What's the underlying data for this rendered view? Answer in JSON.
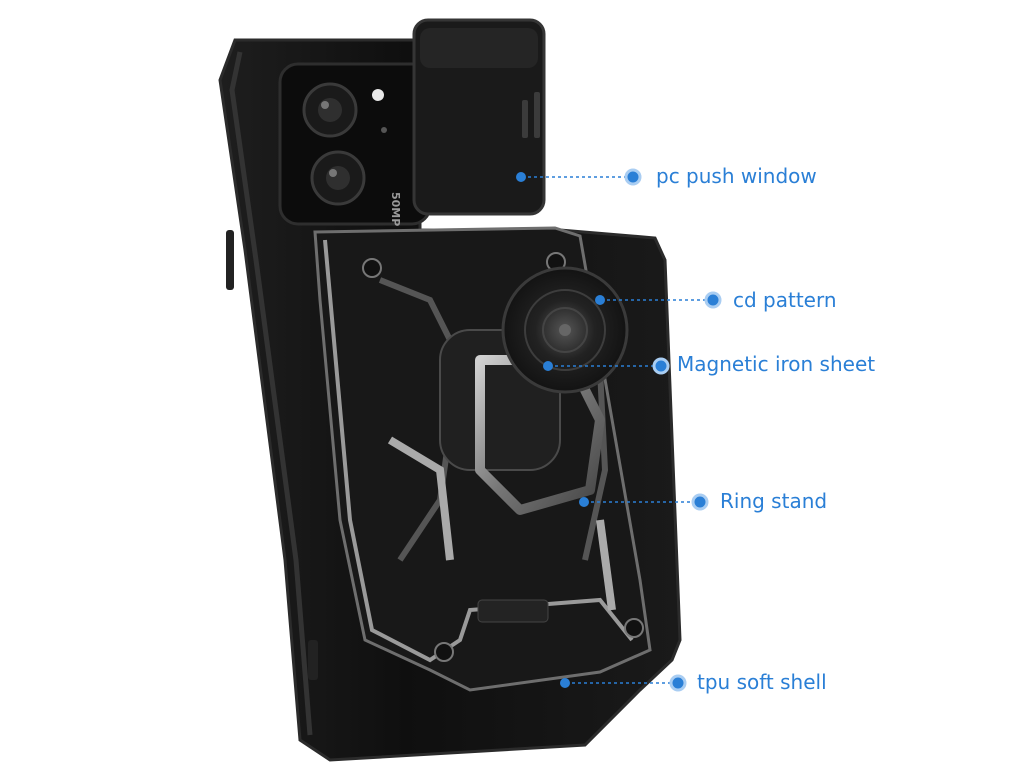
{
  "colors": {
    "accent": "#2a7fd6",
    "case_body": "#141414",
    "case_edge": "#2b2b2b",
    "metal": "#8c8c8c"
  },
  "callouts": [
    {
      "id": "push",
      "text": "pc push window"
    },
    {
      "id": "cd",
      "text": "cd pattern"
    },
    {
      "id": "mag",
      "text": "Magnetic iron sheet"
    },
    {
      "id": "ring",
      "text": "Ring stand"
    },
    {
      "id": "tpu",
      "text": "tpu soft shell"
    }
  ],
  "camera": {
    "module_text": "50MP"
  }
}
